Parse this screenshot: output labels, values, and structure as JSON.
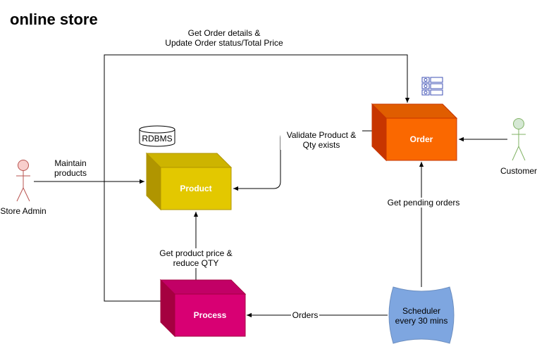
{
  "title": "online store",
  "nodes": {
    "product": "Product",
    "order": "Order",
    "process": "Process",
    "scheduler_line1": "Scheduler",
    "scheduler_line2": "every 30 mins",
    "rdbms": "RDBMS"
  },
  "actors": {
    "store_admin": "Store Admin",
    "customer": "Customer"
  },
  "edges": {
    "order_details_line1": "Get Order details &",
    "order_details_line2": "Update Order status/Total Price",
    "validate_line1": "Validate Product &",
    "validate_line2": "Qty exists",
    "maintain_line1": "Maintain",
    "maintain_line2": "products",
    "product_price_line1": "Get product price &",
    "product_price_line2": "reduce QTY",
    "pending_orders": "Get pending orders",
    "orders": "Orders"
  },
  "colors": {
    "product_fill": "#e3c800",
    "product_stroke": "#b09500",
    "order_fill": "#fa6800",
    "order_stroke": "#c73500",
    "process_fill": "#d80073",
    "process_stroke": "#a50040",
    "scheduler_fill": "#7ea6e0",
    "scheduler_stroke": "#6c8ebf",
    "admin_fill": "#f8cecc",
    "admin_stroke": "#b85450",
    "customer_fill": "#d5e8d4",
    "customer_stroke": "#82b366",
    "table_icon": "#3f51b5"
  }
}
